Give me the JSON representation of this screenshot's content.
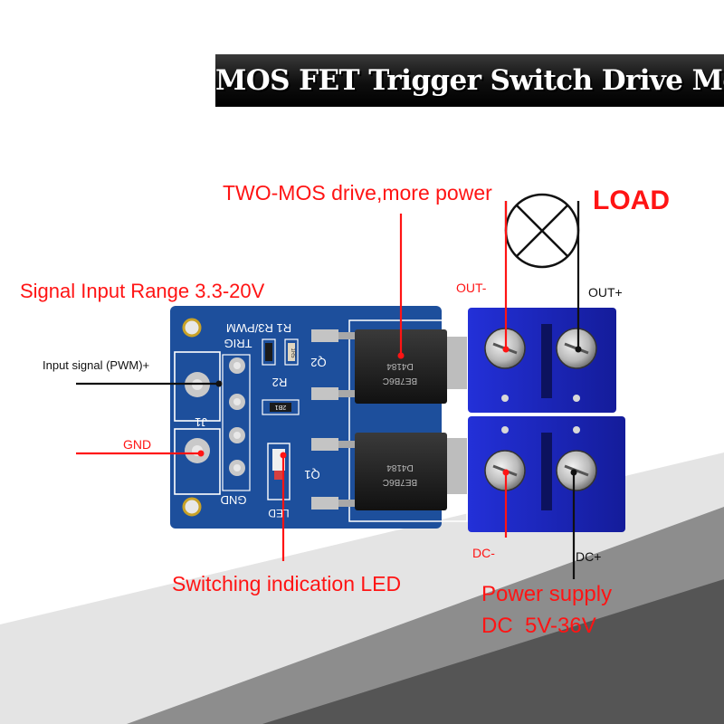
{
  "title": "MOS FET Trigger Switch Drive Module",
  "annotations": {
    "two_mos": "TWO-MOS drive,more power",
    "load": "LOAD",
    "signal_range": "Signal Input Range 3.3-20V",
    "input_signal": "Input signal (PWM)+",
    "gnd": "GND",
    "out_minus": "OUT-",
    "out_plus": "OUT+",
    "dc_minus": "DC-",
    "dc_plus": "DC+",
    "switch_led": "Switching indication LED",
    "power_supply": "Power supply",
    "power_range": "DC  5V-36V"
  },
  "pcb_silkscreen": {
    "r1r3": "R1 R3/PWM",
    "trig": "TRIG",
    "q2": "Q2",
    "r2": "R2",
    "j1": "J1",
    "q1": "Q1",
    "gnd": "GND",
    "led": "LED",
    "chip_code": "D4184",
    "chip_lot": "BE7B6C",
    "r_code": "2B1",
    "c_code": "1R5"
  },
  "colors": {
    "pcb": "#1d4f9c",
    "terminal": "#1b28c4",
    "annotation_red": "#ff1414",
    "banner": "#000000"
  }
}
